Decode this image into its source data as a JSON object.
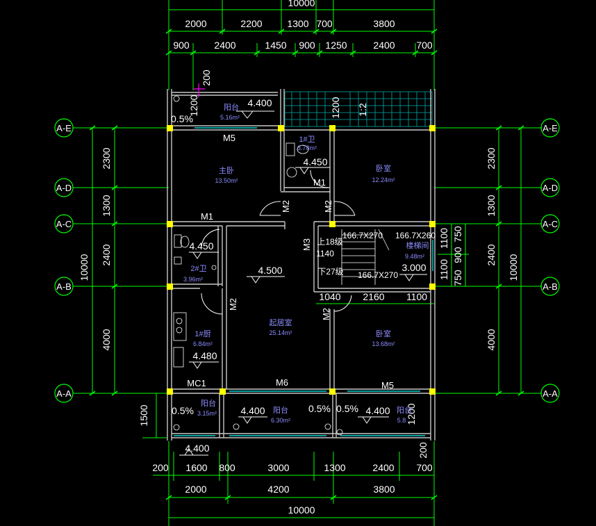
{
  "colors": {
    "background": "#000000",
    "dimension": "#00ff00",
    "wall": "#c8c8c8",
    "column": "#ffff00",
    "room_text": "#8c8cff",
    "axis_text": "#ffffff",
    "window": "#00ffff",
    "balcony_rail": "#00aaaa"
  },
  "dims": {
    "top_total": "10000",
    "top_row1": [
      "2000",
      "2200",
      "1300",
      "700",
      "3800"
    ],
    "top_row2": [
      "900",
      "2400",
      "1450",
      "900",
      "1250",
      "2400",
      "700"
    ],
    "top_small": "200",
    "bottom_row1": [
      "200",
      "1600",
      "800",
      "3000",
      "1300",
      "2400",
      "700"
    ],
    "bottom_right_small": "200",
    "bottom_row2": [
      "2000",
      "4200",
      "3800"
    ],
    "bottom_total": "10000",
    "left_segments": [
      "2300",
      "1300",
      "2400",
      "4000"
    ],
    "left_total": "10000",
    "left_balcony": "1500",
    "right_segments": [
      "2300",
      "1300",
      "2400",
      "4000"
    ],
    "right_total": "10000",
    "stair_dims": [
      "1100",
      "750",
      "900",
      "1100",
      "750"
    ],
    "stair_row": [
      "1040",
      "2160",
      "1100"
    ],
    "balcony_depth": "1200",
    "balcony_depth2": "1200",
    "balcony_depth3": "1200"
  },
  "axes": {
    "left": [
      "A-E",
      "A-D",
      "A-C",
      "A-B",
      "A-A"
    ],
    "right": [
      "A-E",
      "A-D",
      "A-C",
      "A-B",
      "A-A"
    ]
  },
  "rooms": {
    "balcony_top": {
      "name": "阳台",
      "area": "5.16m²",
      "level": "4.400",
      "slope": "0.5%"
    },
    "master_bedroom": {
      "name": "主卧",
      "area": "13.50m²"
    },
    "bath1": {
      "name": "1#卫",
      "area": "3.78m²",
      "level": "4.450"
    },
    "bedroom_ne": {
      "name": "卧室",
      "area": "12.24m²"
    },
    "bath2": {
      "name": "2#卫",
      "area": "3.96m²",
      "level": "4.450"
    },
    "stair": {
      "name": "楼梯间",
      "area": "9.48m²",
      "level": "3.000",
      "up": "上18级",
      "down": "下27级",
      "step1": "166.7X270",
      "step2": "166.7X260",
      "step3": "166.7X270",
      "dim": "1140"
    },
    "kitchen": {
      "name": "1#厨",
      "area": "6.84m²",
      "level": "4.480"
    },
    "living": {
      "name": "起居室",
      "area": "25.14m²",
      "level": "4.500"
    },
    "bedroom_se": {
      "name": "卧室",
      "area": "13.68m²"
    },
    "balcony_sw": {
      "name": "阳台",
      "area": "3.15m²",
      "slope": "0.5%",
      "level": "4.400"
    },
    "balcony_s": {
      "name": "阳台",
      "area": "6.30m²",
      "level": "4.400",
      "slope": "0.5%"
    },
    "balcony_se": {
      "name": "阳台",
      "area": "5.8",
      "level": "4.400",
      "slope": "0.5%"
    },
    "balcony_ne_slope": "1:2"
  },
  "doors": {
    "m5_top": "M5",
    "m1_bath": "M1",
    "m2_left": "M2",
    "m2_right": "M2",
    "m1_west": "M1",
    "m3": "M3",
    "m2_living": "M2",
    "m2_living_r": "M2",
    "mc1": "MC1",
    "m6": "M6",
    "m5_bottom": "M5"
  }
}
